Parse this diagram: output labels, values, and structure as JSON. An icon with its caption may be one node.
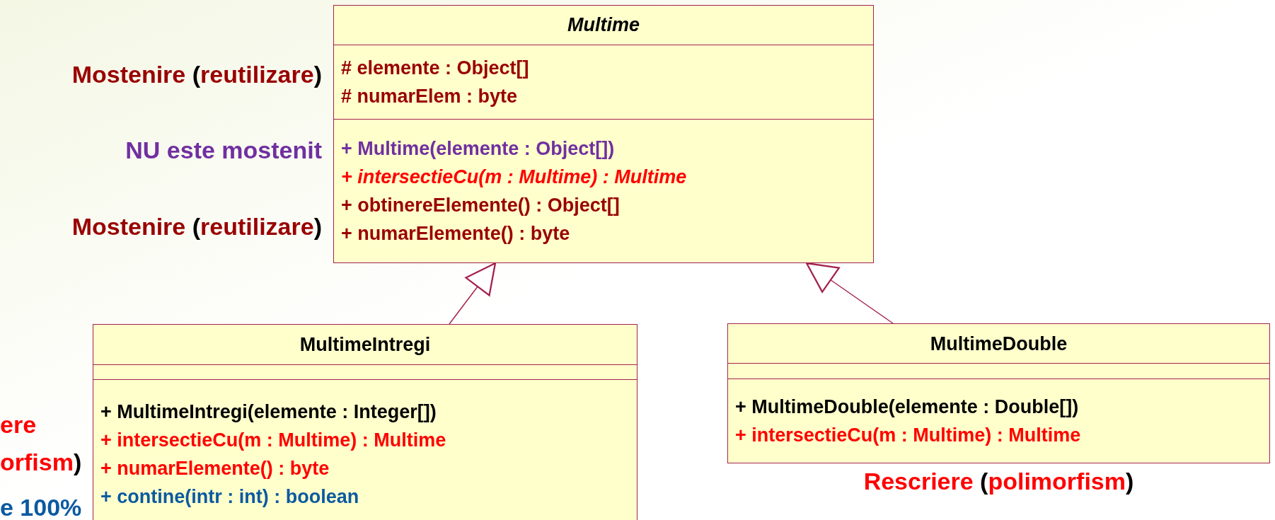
{
  "diagram": {
    "nodes": [
      {
        "text": [
          "Multime",
          "# elemente : Object[]",
          "# numarElem : byte",
          "+ Multime(elemente : Object[])",
          "+ intersectieCu(m : Multime) : Multime",
          "+ obtinereElemente() : Object[]",
          "+ numarElemente() : byte"
        ]
      },
      {
        "text": [
          "MultimeIntregi",
          "+ MultimeIntregi(elemente : Integer[])",
          "+ intersectieCu(m : Multime) : Multime",
          "+ numarElemente() : byte",
          "+ contine(intr : int) : boolean"
        ]
      },
      {
        "text": [
          "MultimeDouble",
          "+ MultimeDouble(elemente : Double[])",
          "+ intersectieCu(m : Multime) : Multime"
        ],
        "beside": [
          "Rescriere (polimorfism)"
        ]
      }
    ],
    "edges": [
      {
        "from": 1,
        "to": 0,
        "arrow": "to"
      },
      {
        "from": 2,
        "to": 0,
        "arrow": "to"
      }
    ],
    "labels": [
      "Mostenire (reutilizare)",
      "NU este mostenit",
      "Mostenire (reutilizare)",
      "ere",
      "orfism)",
      "e 100%"
    ]
  }
}
